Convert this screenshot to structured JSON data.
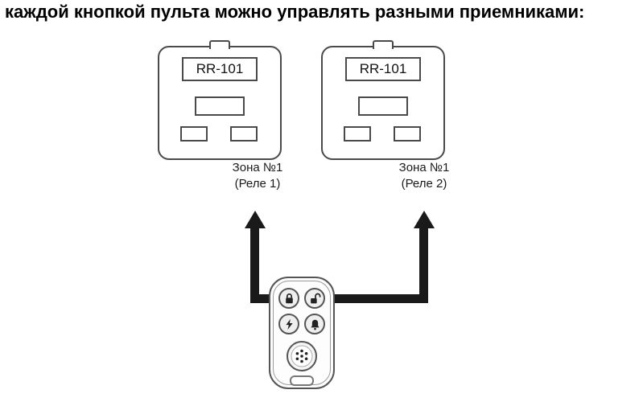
{
  "title": "каждой кнопкой пульта можно управлять разными приемниками:",
  "receivers": [
    {
      "model": "RR-101",
      "zone": "Зона №1",
      "relay": "(Реле 1)"
    },
    {
      "model": "RR-101",
      "zone": "Зона №1",
      "relay": "(Реле 2)"
    }
  ],
  "remote": {
    "buttons": [
      {
        "icon": "lock-closed"
      },
      {
        "icon": "lock-open"
      },
      {
        "icon": "lightning"
      },
      {
        "icon": "bell"
      }
    ],
    "speaker": "speaker-dots"
  },
  "colors": {
    "line": "#1a1a1a",
    "outline": "#4a4a4a"
  }
}
